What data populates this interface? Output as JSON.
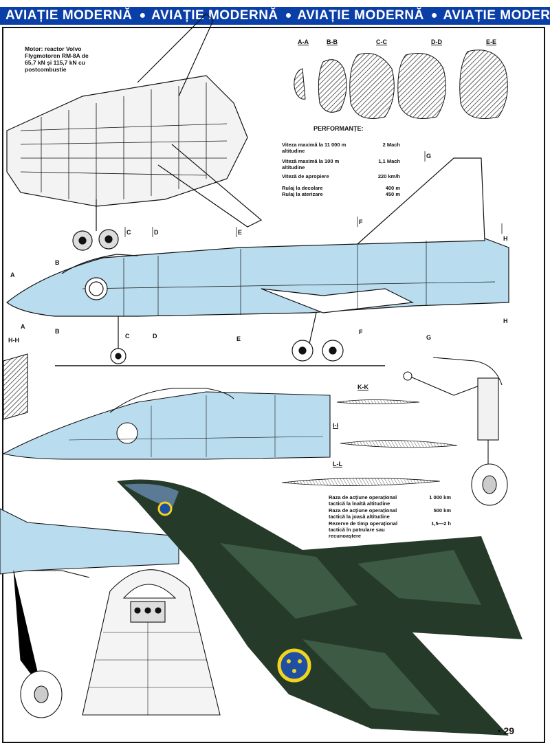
{
  "banner": {
    "items": [
      "AVIAȚIE MODERNĂ",
      "AVIAȚIE MODERNĂ",
      "AVIAȚIE MODERNĂ",
      "AVIAȚIE MODERNĂ"
    ],
    "color": "#0b3fa8"
  },
  "engine_note": "Motor: reactor Volvo Flygmotoren RM-8A de 65,7 kN și 115,7 kN cu postcombustie",
  "cross_sections": [
    "A-A",
    "B-B",
    "C-C",
    "D-D",
    "E-E"
  ],
  "performance": {
    "title": "PERFORMANȚE:",
    "rows": [
      {
        "label": "Viteza maximă la 11 000 m altitudine",
        "value": "2 Mach"
      },
      {
        "label": "Viteză maximă la 100 m altitudine",
        "value": "1,1 Mach"
      },
      {
        "label": "Viteză de apropiere",
        "value": "220 km/h"
      },
      {
        "label": "Rulaj la decolare",
        "value": "400 m"
      },
      {
        "label": "Rulaj la aterizare",
        "value": "450 m"
      }
    ]
  },
  "wing_sections": [
    "K-K",
    "I-I",
    "L-L"
  ],
  "range": {
    "rows": [
      {
        "label": "Raza de acțiune operațional tactică la înaltă altitudine",
        "value": "1 000 km"
      },
      {
        "label": "Raza de acțiune operațional tactică la joasă altitudine",
        "value": "500 km"
      },
      {
        "label": "Rezerve de timp operațional tactică în patrulare sau recunoaștere",
        "value": "1,5—2 h"
      }
    ]
  },
  "station_letters": {
    "top": [
      "C",
      "D",
      "E",
      "F",
      "G",
      "H"
    ],
    "left": [
      "A",
      "B",
      "A",
      "B"
    ],
    "bottom": [
      "H-H",
      "C",
      "D",
      "E",
      "F",
      "G",
      "H"
    ]
  },
  "page_number": "• 29",
  "colors": {
    "blueprint_fill": "#b9dcef",
    "camo_dark": "#263a2a",
    "camo_mid": "#3d5a45",
    "roundel_blue": "#1f4fa3",
    "roundel_yellow": "#f2d41a"
  }
}
